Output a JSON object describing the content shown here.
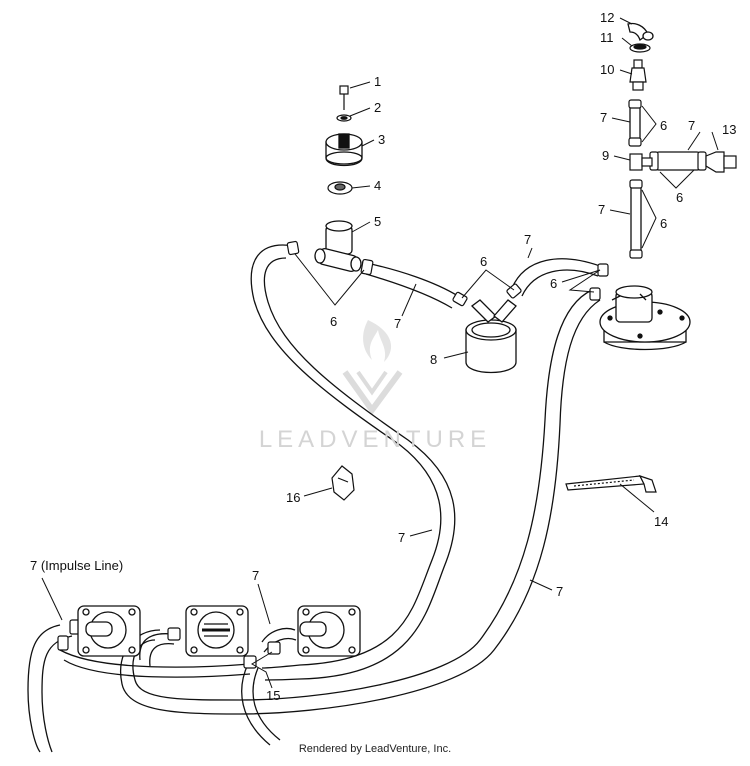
{
  "callouts": [
    {
      "id": "c1",
      "text": "1"
    },
    {
      "id": "c2",
      "text": "2"
    },
    {
      "id": "c3",
      "text": "3"
    },
    {
      "id": "c4",
      "text": "4"
    },
    {
      "id": "c5",
      "text": "5"
    },
    {
      "id": "c6a",
      "text": "6"
    },
    {
      "id": "c7a",
      "text": "7"
    },
    {
      "id": "c6b",
      "text": "6"
    },
    {
      "id": "c7b",
      "text": "7"
    },
    {
      "id": "c6c",
      "text": "6"
    },
    {
      "id": "c8",
      "text": "8"
    },
    {
      "id": "c12",
      "text": "12"
    },
    {
      "id": "c11",
      "text": "11"
    },
    {
      "id": "c10",
      "text": "10"
    },
    {
      "id": "c7c",
      "text": "7"
    },
    {
      "id": "c6d",
      "text": "6"
    },
    {
      "id": "c9",
      "text": "9"
    },
    {
      "id": "c7d",
      "text": "7"
    },
    {
      "id": "c13",
      "text": "13"
    },
    {
      "id": "c6e",
      "text": "6"
    },
    {
      "id": "c7e",
      "text": "7"
    },
    {
      "id": "c6f",
      "text": "6"
    },
    {
      "id": "c14",
      "text": "14"
    },
    {
      "id": "c16",
      "text": "16"
    },
    {
      "id": "c7f",
      "text": "7"
    },
    {
      "id": "c7g",
      "text": "7"
    },
    {
      "id": "c7h",
      "text": "7 (Impulse Line)"
    },
    {
      "id": "c7i",
      "text": "7"
    },
    {
      "id": "c15",
      "text": "15"
    }
  ],
  "watermark": "LEADVENTURE",
  "footer": "Rendered by LeadVenture, Inc."
}
